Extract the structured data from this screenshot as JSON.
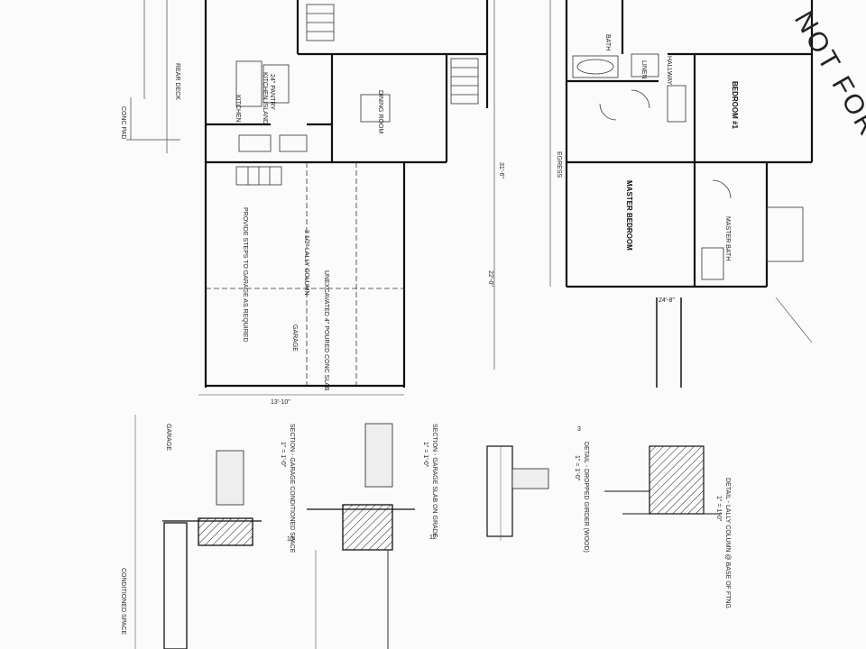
{
  "sheet": {
    "watermark": "NOT FOR",
    "rooms": {
      "kitchen": "KITCHEN",
      "island": "KITCHEN ISLAND",
      "dining": "DINING ROOM",
      "garage": "GARAGE",
      "master_bedroom": "MASTER BEDROOM",
      "bedroom1": "BEDROOM #1",
      "master_bath": "MASTER BATH",
      "bath": "BATH",
      "linen": "LINEN",
      "hallway": "HALLWAY",
      "egress": "EGRESS",
      "rear_deck": "REAR DECK",
      "conc_pad": "CONC PAD"
    },
    "notes": {
      "steps": "PROVIDE STEPS TO GARAGE AS REQUIRED",
      "slab": "UNEXCAVATED 4\" POURED CONC SLAB",
      "closet": "24\" PANTRY",
      "column": "3 1/2\" LALLY COLUMN"
    },
    "dims": {
      "overall": "31'-6\"",
      "garage_depth": "22'-0\"",
      "dim1": "24'-8\"",
      "dim2": "13'-10\""
    },
    "details": {
      "d1_title": "SECTION - GARAGE CONDITIONED SPACE",
      "d1_scale": "1\" = 1'-0\"",
      "d1_num": "10",
      "d2_title": "SECTION - GARAGE SLAB ON GRADE",
      "d2_scale": "1\" = 1'-0\"",
      "d2_num": "12",
      "d3_title": "DETAIL - DROPPED GIRDER (WOOD)",
      "d3_scale": "1\" = 1'-0\"",
      "d3_num": "3",
      "d4_title": "DETAIL - LALLY COLUMN @ BASE OF FTNG",
      "d4_scale": "1\" = 1'-0\"",
      "cond_space": "CONDITIONED SPACE",
      "garage_lbl": "GARAGE"
    }
  }
}
